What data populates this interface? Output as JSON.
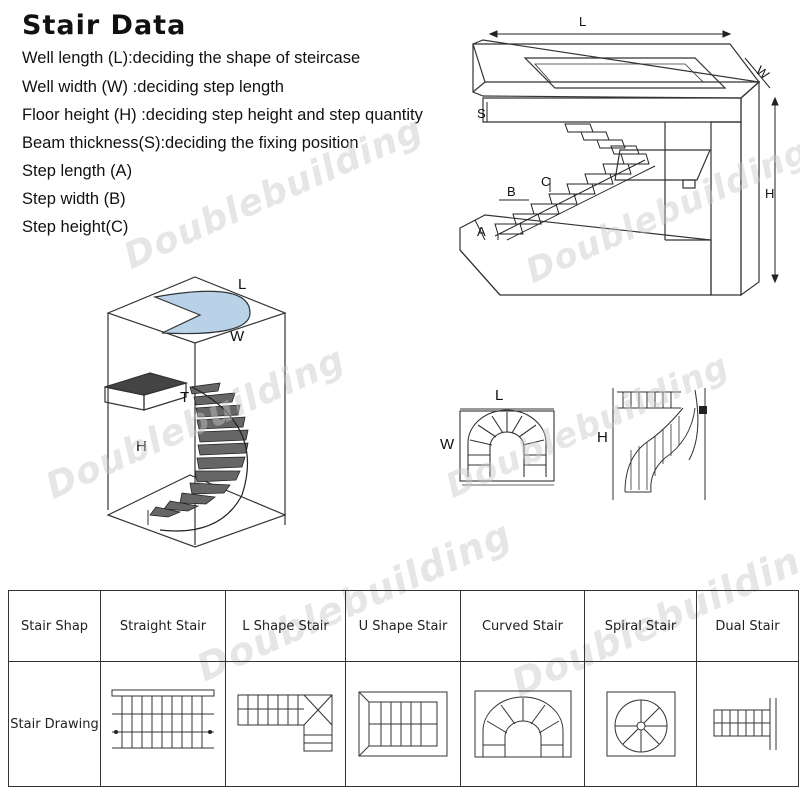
{
  "header": {
    "title": "Stair Data"
  },
  "specs": [
    "Well length (L):deciding the shape of steircase",
    "Well width (W) :deciding step length",
    "Floor height (H) :deciding step height and step quantity",
    "Beam thickness(S):deciding the fixing position",
    "Step length (A)",
    "Step width (B)",
    "Step height(C)"
  ],
  "watermark": "Doublebuilding",
  "diagram_labels": {
    "top_right": {
      "L": "L",
      "W": "W",
      "S": "S",
      "H": "H",
      "A": "A",
      "B": "B",
      "C": "C"
    },
    "spiral": {
      "L": "L",
      "W": "W",
      "T": "T",
      "H": "H"
    },
    "curved_plan": {
      "L": "L",
      "W": "W"
    },
    "curved_elev": {
      "H": "H"
    }
  },
  "table": {
    "row1_label": "Stair Shap",
    "row2_label": "Stair Drawing",
    "columns": [
      "Straight Stair",
      "L Shape Stair",
      "U Shape Stair",
      "Curved Stair",
      "Spiral Stair",
      "Dual Stair"
    ]
  }
}
